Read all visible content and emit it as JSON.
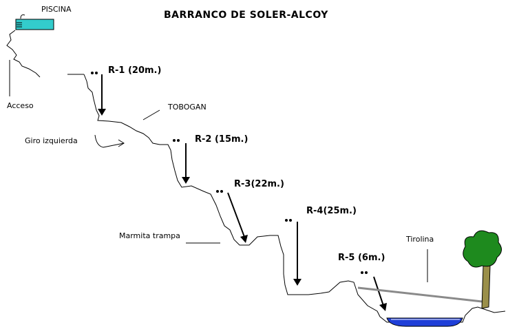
{
  "title": "BARRANCO DE SOLER-ALCOY",
  "labels": {
    "piscina": "PISCINA",
    "acceso": "Acceso",
    "tobogan": "TOBOGAN",
    "giro_izquierda": "Giro izquierda",
    "marmita_trampa": "Marmita trampa",
    "tirolina": "Tirolina"
  },
  "rappels": [
    {
      "label": "R-1 (20m.)"
    },
    {
      "label": "R-2 (15m.)"
    },
    {
      "label": "R-3(22m.)"
    },
    {
      "label": "R-4(25m.)"
    },
    {
      "label": "R-5 (6m.)"
    }
  ],
  "colors": {
    "pool": "#33cccc",
    "water": "#1f3fd8",
    "tree_foliage": "#1e8a1e",
    "tree_trunk": "#9a8f4a",
    "zipline": "#8a8a8a",
    "lines": "#000000"
  }
}
